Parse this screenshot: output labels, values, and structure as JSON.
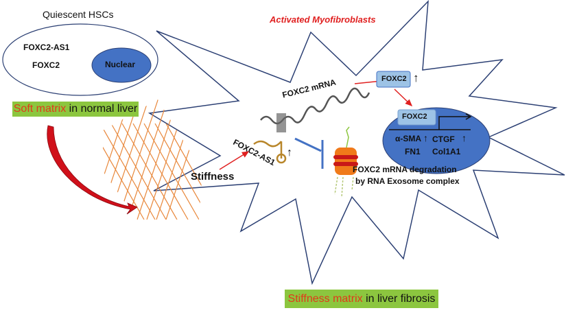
{
  "quiescent": {
    "title": "Quiescent HSCs",
    "gene1": "FOXC2-AS1",
    "gene2": "FOXC2",
    "nucleus": "Nuclear"
  },
  "soft_matrix": {
    "highlight": "Soft matrix",
    "rest": " in normal liver"
  },
  "activated": {
    "title": "Activated Myofibroblasts"
  },
  "stiffness": "Stiffness",
  "lncrna": {
    "label": "FOXC2-AS1",
    "arrow": "↑"
  },
  "mrna": {
    "label": "FOXC2 mRNA"
  },
  "protein": {
    "label": "FOXC2",
    "arrow": "↑"
  },
  "nucleus": {
    "tf": "FOXC2",
    "g1": "α-SMA",
    "g2": "CTGF",
    "g3": "FN1",
    "g4": "Col1A1",
    "up": "↑"
  },
  "degradation": {
    "line1": "FOXC2 mRNA degradation",
    "line2": "by RNA  Exosome complex"
  },
  "stiff_matrix": {
    "highlight": "Stiffness matrix",
    "rest": " in liver fibrosis"
  },
  "colors": {
    "cell_outline": "#2b3f73",
    "nucleus_fill": "#4472c4",
    "matrix": "#e8873a",
    "arrow": "#e02020",
    "label_green": "#8cc63f"
  }
}
